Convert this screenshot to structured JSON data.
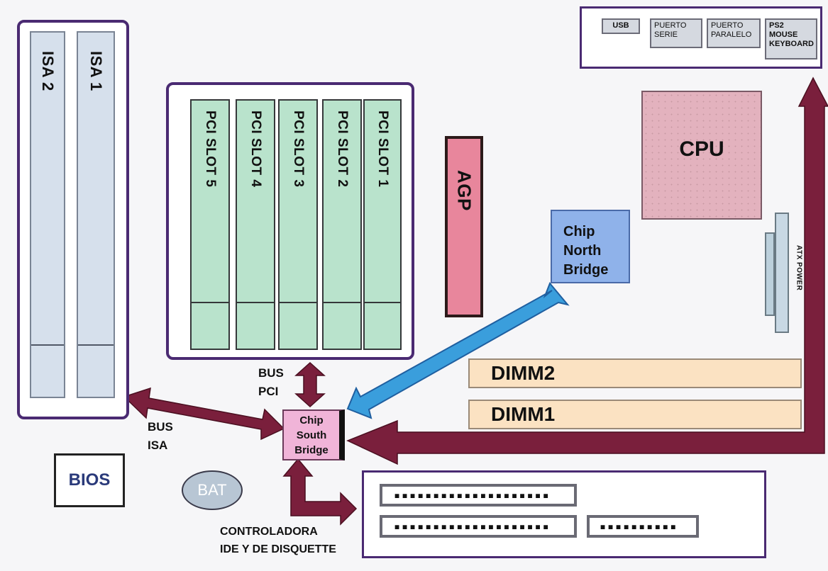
{
  "isa_slots": [
    "ISA 2",
    "ISA 1"
  ],
  "pci_slots": [
    "PCI SLOT 5",
    "PCI SLOT 4",
    "PCI SLOT 3",
    "PCI SLOT 2",
    "PCI SLOT 1"
  ],
  "agp": "AGP",
  "north_bridge": [
    "Chip",
    "North",
    "Bridge"
  ],
  "south_bridge": [
    "Chip",
    "South",
    "Bridge"
  ],
  "cpu": "CPU",
  "atx_power": "ATX POWER",
  "dimms": [
    "DIMM2",
    "DIMM1"
  ],
  "ports": {
    "usb": "USB",
    "serial": [
      "PUERTO",
      "SERIE"
    ],
    "parallel": [
      "PUERTO",
      "PARALELO"
    ],
    "ps2": [
      "PS2",
      "MOUSE",
      "KEYBOARD"
    ]
  },
  "bios": "BIOS",
  "bat": "BAT",
  "bus_pci": [
    "BUS",
    "PCI"
  ],
  "bus_isa": [
    "BUS",
    "ISA"
  ],
  "controller": [
    "CONTROLADORA",
    "IDE Y DE DISQUETTE"
  ],
  "ide_connectors": [
    "▪▪▪▪▪▪▪▪▪▪▪▪▪▪▪▪▪▪▪▪",
    "▪▪▪▪▪▪▪▪▪▪▪▪▪▪▪▪▪▪▪▪",
    "▪▪▪▪▪▪▪▪▪▪"
  ],
  "colors": {
    "frame": "#4a2a72",
    "bus_arrow": "#7a1f3c",
    "north_south_arrow": "#3a9edc",
    "isa": "#d6e0ec",
    "pci": "#b9e3cc",
    "agp": "#e8869c",
    "north_bridge": "#8fb2ea",
    "south_bridge": "#f0b4d8",
    "cpu": "#e3b2be",
    "dimm": "#fbe2c2"
  }
}
